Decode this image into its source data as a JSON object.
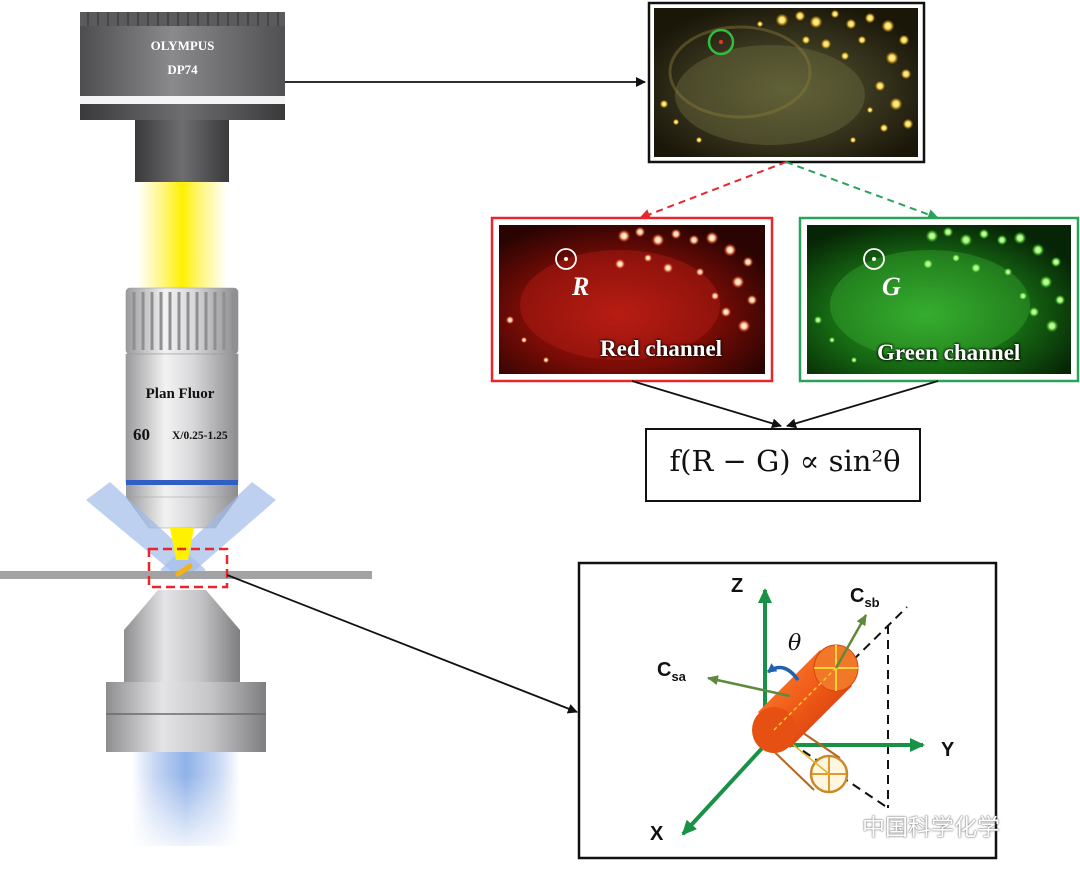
{
  "camera": {
    "brand": "OLYMPUS",
    "model": "DP74"
  },
  "objective": {
    "name": "Plan Fluor",
    "magnification": "60",
    "aperture": "X/0.25-1.25"
  },
  "channels": {
    "red": {
      "letter": "R",
      "name": "Red channel"
    },
    "green": {
      "letter": "G",
      "name": "Green channel"
    }
  },
  "formula": "f(R − G) ∝ sin²θ",
  "axes": {
    "x": "X",
    "y": "Y",
    "z": "Z"
  },
  "vectors": {
    "csa": {
      "main": "C",
      "sub": "sa"
    },
    "csb": {
      "main": "C",
      "sub": "sb"
    }
  },
  "angle": "θ",
  "watermark": "中国科学化学",
  "colors": {
    "red_frame": "#e8262b",
    "green_frame": "#2aa25a",
    "axis_green": "#199248",
    "beam_yellow": "#fff100",
    "light_blue": "#8fb2e8",
    "rod_orange": "#ef5a17"
  }
}
